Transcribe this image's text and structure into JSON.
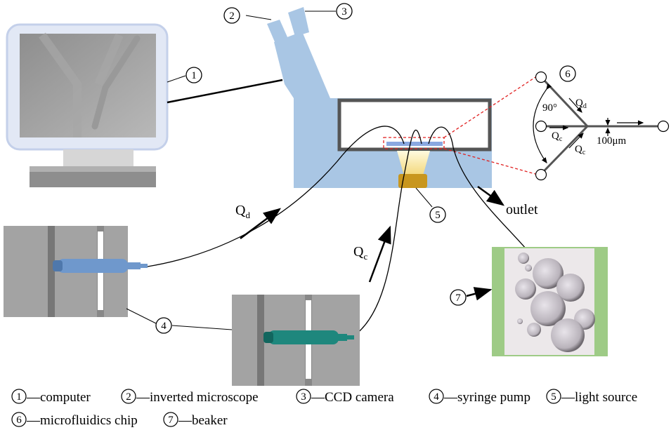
{
  "markers": [
    "1",
    "2",
    "3",
    "4",
    "5",
    "6",
    "7"
  ],
  "flows": {
    "dispersed": {
      "base": "Q",
      "sub": "d"
    },
    "continuous": {
      "base": "Q",
      "sub": "c"
    }
  },
  "outlet_label": "outlet",
  "chip_detail": {
    "angle_label": "90°",
    "channel_width": "100μm"
  },
  "legend": [
    {
      "num": "1",
      "text": "—computer"
    },
    {
      "num": "2",
      "text": "—inverted microscope"
    },
    {
      "num": "3",
      "text": "—CCD camera"
    },
    {
      "num": "4",
      "text": "—syringe pump"
    },
    {
      "num": "5",
      "text": "—light source"
    },
    {
      "num": "6",
      "text": "—microfluidics chip"
    },
    {
      "num": "7",
      "text": "—beaker"
    }
  ],
  "colors": {
    "microscope": "#a9c6e4",
    "syringe_dispersed": "#6f98cc",
    "syringe_continuous": "#1e877d",
    "objective": "#c8961e",
    "beaker_frame": "#9ecb86",
    "highlight": "#e02020"
  }
}
